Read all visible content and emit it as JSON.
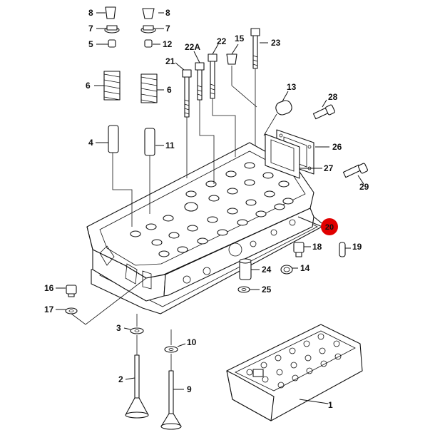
{
  "diagram": {
    "labels": {
      "p1": "1",
      "p2": "2",
      "p3": "3",
      "p4": "4",
      "p5": "5",
      "p6a": "6",
      "p6b": "6",
      "p7a": "7",
      "p7b": "7",
      "p8a": "8",
      "p8b": "8",
      "p9": "9",
      "p10": "10",
      "p11": "11",
      "p12": "12",
      "p13": "13",
      "p14": "14",
      "p15": "15",
      "p16": "16",
      "p17": "17",
      "p18": "18",
      "p19": "19",
      "p20": "20",
      "p21": "21",
      "p22": "22",
      "p22a": "22A",
      "p23": "23",
      "p24": "24",
      "p25": "25",
      "p26": "26",
      "p27": "27",
      "p28": "28",
      "p29": "29"
    },
    "highlight": {
      "part": "20",
      "color": "#e00000"
    }
  }
}
